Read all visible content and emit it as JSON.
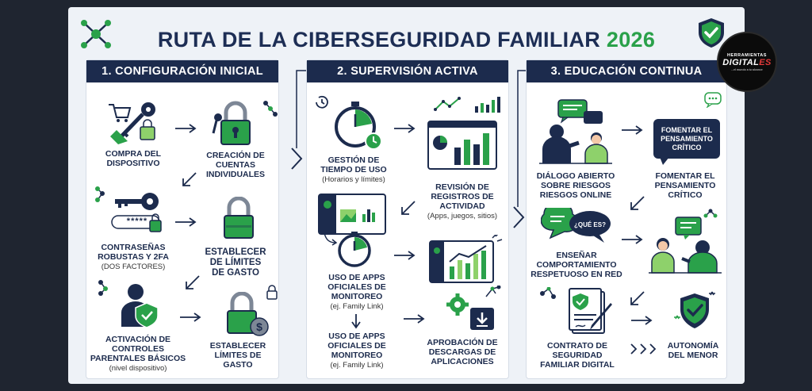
{
  "title": {
    "main": "RUTA DE LA CIBERSEGURIDAD FAMILIAR",
    "year": "2026"
  },
  "badge": {
    "line1": "HERRAMIENTAS",
    "line2a": "DIGITAL",
    "line2b": "ES",
    "line3": "...el mundo a tu alcance"
  },
  "columns": [
    {
      "header": "1. CONFIGURACIÓN INICIAL",
      "items": [
        {
          "label": "COMPRA DEL\nDISPOSITIVO"
        },
        {
          "label": "CREACIÓN DE\nCUENTAS\nINDIVIDUALES"
        },
        {
          "label": "CONTRASEÑAS\nROBUSTAS Y 2FA",
          "sub": "(DOS FACTORES)"
        },
        {
          "label": "ESTABLECER\nDE LÍMITES\nDE GASTO"
        },
        {
          "label": "ACTIVACIÓN DE\nCONTROLES\nPARENTALES BÁSICOS",
          "sub": "(nivel dispositivo)"
        },
        {
          "label": "ESTABLECER\nLÍMITES DE\nGASTO"
        }
      ],
      "password_mask": "*****"
    },
    {
      "header": "2. SUPERVISIÓN ACTIVA",
      "items": [
        {
          "label": "GESTIÓN DE\nTIEMPO DE USO",
          "sub": "(Horarios y límites)"
        },
        {
          "label": "REVISIÓN DE\nREGISTROS DE\nACTIVIDAD",
          "sub": "(Apps, juegos, sitios)"
        },
        {
          "label": "USO DE APPS\nOFICIALES DE\nMONITOREO",
          "sub": "(ej. Family Link)"
        },
        {
          "label": "USO DE APPS\nOFICIALES DE\nMONITOREO",
          "sub": "(ej. Family Link)"
        },
        {
          "label": "APROBACIÓN DE\nDESCARGAS DE\nAPLICACIONES"
        }
      ]
    },
    {
      "header": "3. EDUCACIÓN CONTINUA",
      "items": [
        {
          "label": "DIÁLOGO ABIERTO\nSOBRE RIESGOS\nRIESGOS ONLINE"
        },
        {
          "label": "FOMENTAR EL\nPENSAMIENTO\nCRÍTICO"
        },
        {
          "label": "ENSEÑAR\nCOMPORTAMIENTO\nRESPETUOSO EN RED"
        },
        {
          "label": "CONTRATO DE\nSEGURIDAD\nFAMILIAR DIGITAL"
        },
        {
          "label": "AUTONOMÍA\nDEL MENOR"
        }
      ],
      "bubble_text": "FOMENTAR EL\nPENSAMIENTO\nCRÍTICO",
      "chat_bubble_text": "¿QUÉ ES?"
    }
  ],
  "colors": {
    "navy": "#1c2b4d",
    "green": "#2aa14a",
    "light_green": "#8ed16b",
    "bg": "#eef2f7"
  }
}
